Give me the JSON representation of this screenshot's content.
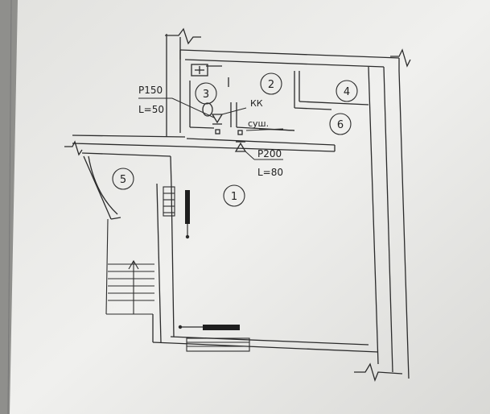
{
  "rooms": [
    {
      "number": "1"
    },
    {
      "number": "2"
    },
    {
      "number": "3"
    },
    {
      "number": "4"
    },
    {
      "number": "5"
    },
    {
      "number": "6"
    }
  ],
  "annotations": {
    "riser_left_label": "P150",
    "riser_left_length": "L=50",
    "riser_right_label": "P200",
    "riser_right_length": "L=80",
    "kk_label": "КК",
    "dry_label": "суш."
  },
  "colors": {
    "paper": "#ececea",
    "line": "#2b2b2b",
    "wall_fill": "#f4f4f2"
  }
}
